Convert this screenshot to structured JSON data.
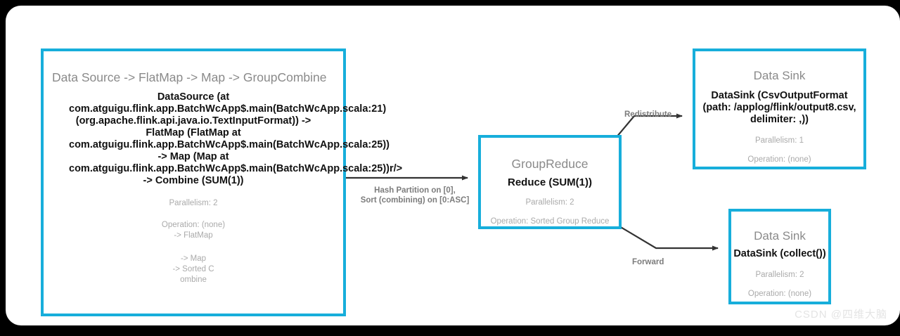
{
  "canvas": {
    "background_color": "#ffffff",
    "page_background_color": "#000000",
    "node_border_color": "#17aedb",
    "edge_color": "#404040",
    "title_color": "#8a8a8a",
    "meta_color": "#aaaaaa"
  },
  "watermark": "CSDN @四维大脑",
  "nodes": [
    {
      "id": "source",
      "title": "Data Source -> FlatMap -> Map -> GroupCombine",
      "body": "DataSource (at com.atguigu.flink.app.BatchWcApp$.main(BatchWcApp.scala:21) (org.apache.flink.api.java.io.TextInputFormat)) -> FlatMap (FlatMap at com.atguigu.flink.app.BatchWcApp$.main(BatchWcApp.scala:25)) -> Map (Map at com.atguigu.flink.app.BatchWcApp$.main(BatchWcApp.scala:25))r/> -> Combine (SUM(1))",
      "parallelism": "Parallelism: 2",
      "operation": "Operation: (none)",
      "tail_1": "-> FlatMap",
      "tail_2": "-> Map\n-> Sorted C\nombine"
    },
    {
      "id": "groupreduce",
      "title": "GroupReduce",
      "body": "Reduce (SUM(1))",
      "parallelism": "Parallelism: 2",
      "operation": "Operation: Sorted Group Reduce"
    },
    {
      "id": "sink-csv",
      "title": "Data Sink",
      "body": "DataSink (CsvOutputFormat (path: /applog/flink/output8.csv, delimiter: ,))",
      "parallelism": "Parallelism: 1",
      "operation": "Operation: (none)"
    },
    {
      "id": "sink-collect",
      "title": "Data Sink",
      "body": "DataSink (collect())",
      "parallelism": "Parallelism: 2",
      "operation": "Operation: (none)"
    }
  ],
  "edges": [
    {
      "id": "source-to-groupreduce",
      "label": "Hash Partition on [0],\nSort (combining) on [0:ASC]",
      "from": "source",
      "to": "groupreduce"
    },
    {
      "id": "groupreduce-to-sink-csv",
      "label": "Redistribute",
      "from": "groupreduce",
      "to": "sink-csv"
    },
    {
      "id": "groupreduce-to-sink-collect",
      "label": "Forward",
      "from": "groupreduce",
      "to": "sink-collect"
    }
  ]
}
